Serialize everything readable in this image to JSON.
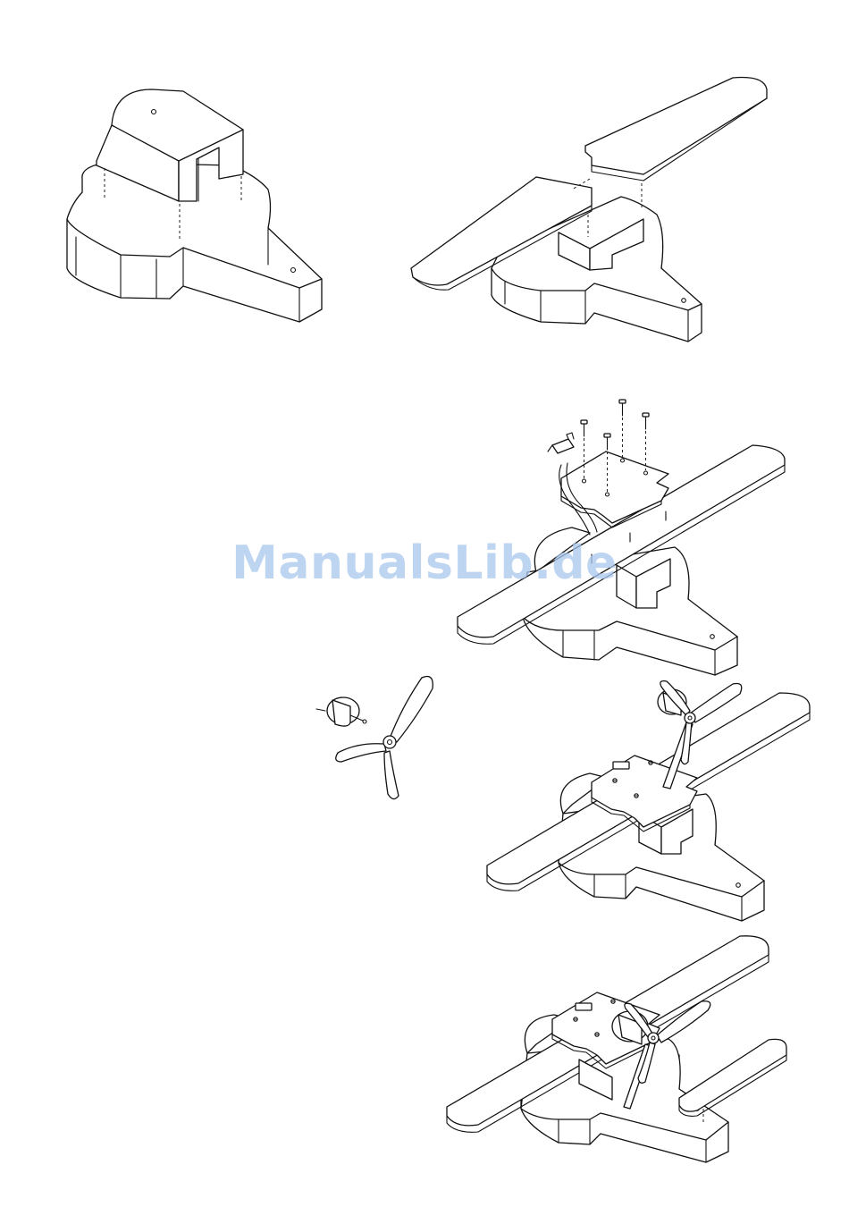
{
  "watermark": {
    "text": "ManualsLib.de",
    "color": "#a9c7ee"
  },
  "illustrations": [
    {
      "name": "base-with-cockpit-block",
      "icon": "assembly-step-1"
    },
    {
      "name": "base-with-split-wings",
      "icon": "assembly-step-2"
    },
    {
      "name": "wing-with-motor-plate-and-screws",
      "icon": "assembly-step-3"
    },
    {
      "name": "motor-with-propeller",
      "icon": "motor-propeller-part"
    },
    {
      "name": "plane-with-mounted-propeller",
      "icon": "assembly-step-4"
    },
    {
      "name": "plane-with-tail-wing",
      "icon": "assembly-step-5"
    }
  ]
}
